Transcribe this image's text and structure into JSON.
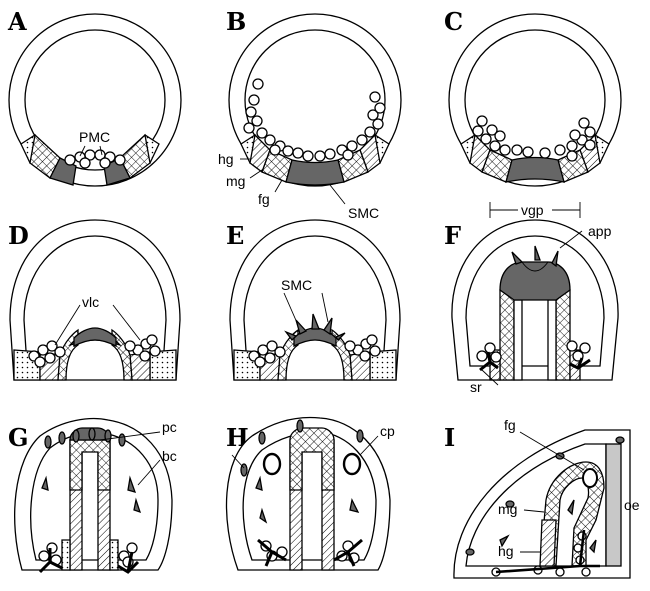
{
  "panels": {
    "A": {
      "letter": "A",
      "labels": {
        "pmc": "PMC"
      }
    },
    "B": {
      "letter": "B",
      "labels": {
        "hg": "hg",
        "mg": "mg",
        "fg": "fg",
        "smc": "SMC"
      }
    },
    "C": {
      "letter": "C",
      "labels": {
        "vgp": "vgp"
      }
    },
    "D": {
      "letter": "D",
      "labels": {
        "vlc": "vlc"
      }
    },
    "E": {
      "letter": "E",
      "labels": {
        "smc": "SMC"
      }
    },
    "F": {
      "letter": "F",
      "labels": {
        "app": "app",
        "sr": "sr"
      }
    },
    "G": {
      "letter": "G",
      "labels": {
        "pc": "pc",
        "bc": "bc"
      }
    },
    "H": {
      "letter": "H",
      "labels": {
        "cp": "cp"
      }
    },
    "I": {
      "letter": "I",
      "labels": {
        "fg": "fg",
        "mg": "mg",
        "hg": "hg",
        "oe": "oe"
      }
    }
  },
  "colors": {
    "line": "#000000",
    "smc_fill": "#666666",
    "cell_fill": "#ffffff",
    "oe_fill": "#c8c8c8",
    "background": "#ffffff"
  }
}
